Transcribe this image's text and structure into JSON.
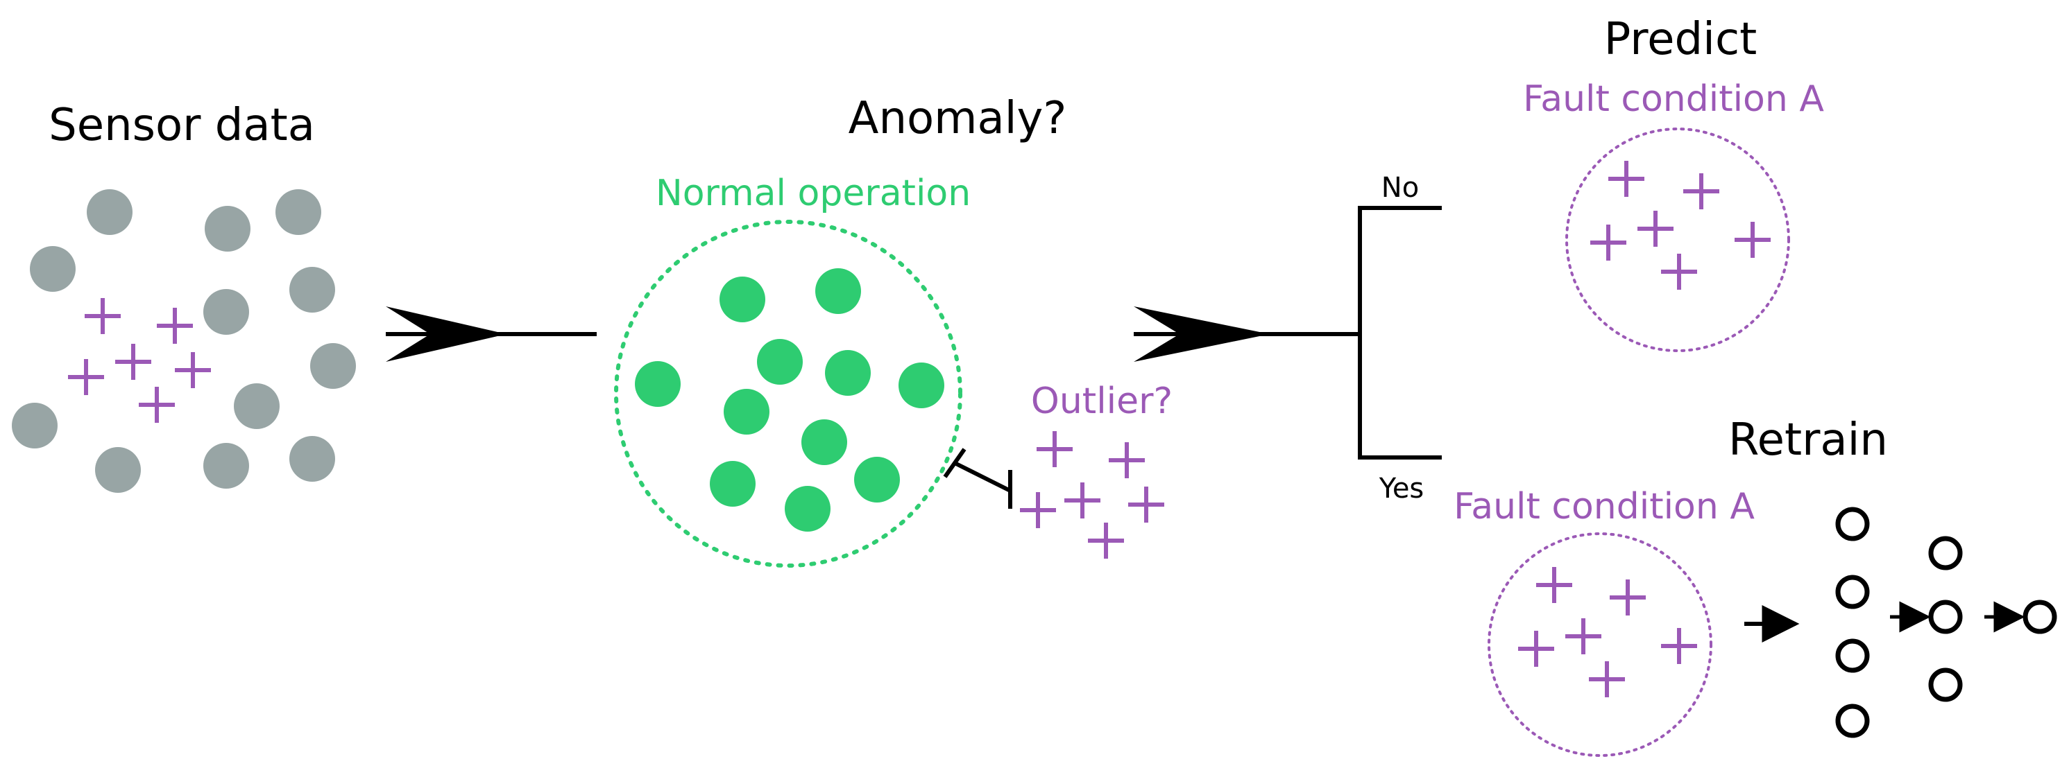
{
  "colors": {
    "gray_point": "#98a5a5",
    "green_point": "#2ecc71",
    "purple_point": "#9b59b6",
    "black": "#000000"
  },
  "labels": {
    "sensor_data": "Sensor data",
    "anomaly": "Anomaly?",
    "normal_operation": "Normal operation",
    "outlier": "Outlier?",
    "no": "No",
    "yes": "Yes",
    "predict": "Predict",
    "fault_predict": "Fault condition A",
    "retrain": "Retrain",
    "fault_retrain": "Fault condition A"
  }
}
